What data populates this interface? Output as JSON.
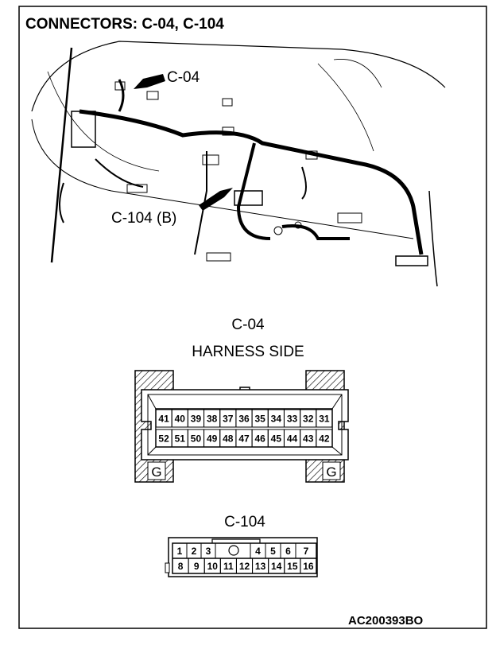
{
  "title": "CONNECTORS: C-04, C-104",
  "illustration": {
    "label_c04": "C-04",
    "label_c104": "C-104 (B)"
  },
  "connector_c04": {
    "name": "C-04",
    "subtitle": "HARNESS SIDE",
    "top_row": [
      "41",
      "40",
      "39",
      "38",
      "37",
      "36",
      "35",
      "34",
      "33",
      "32",
      "31"
    ],
    "bottom_row": [
      "52",
      "51",
      "50",
      "49",
      "48",
      "47",
      "46",
      "45",
      "44",
      "43",
      "42"
    ],
    "ground_marks": [
      "G",
      "G"
    ]
  },
  "connector_c104": {
    "name": "C-104",
    "top_row": [
      "1",
      "2",
      "3",
      "4",
      "5",
      "6",
      "7"
    ],
    "bottom_row": [
      "8",
      "9",
      "10",
      "11",
      "12",
      "13",
      "14",
      "15",
      "16"
    ]
  },
  "figure_code": "AC200393BO"
}
